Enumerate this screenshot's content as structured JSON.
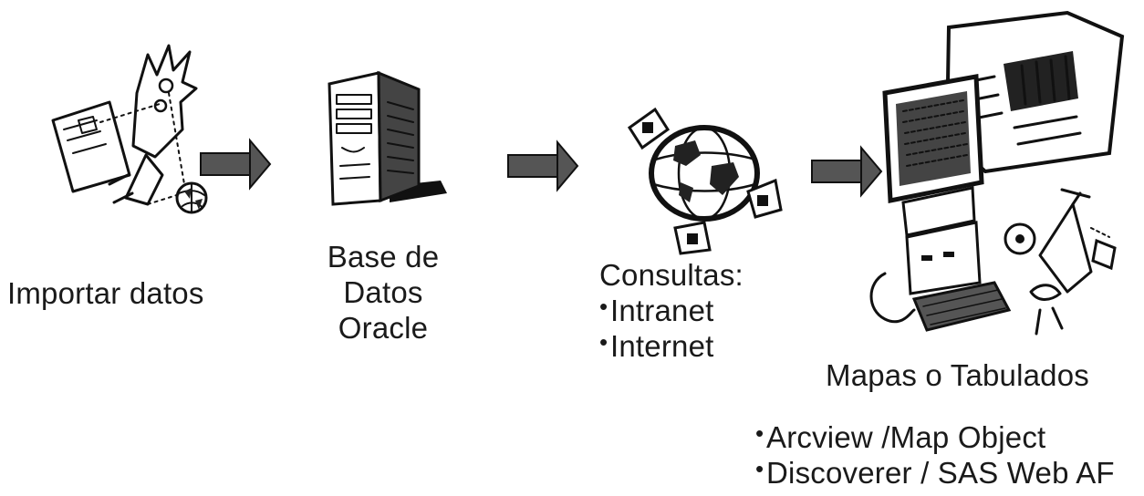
{
  "diagram": {
    "steps": [
      {
        "id": "import",
        "label": "Importar datos"
      },
      {
        "id": "database",
        "label_lines": [
          "Base de",
          "Datos",
          "Oracle"
        ]
      },
      {
        "id": "queries",
        "title": "Consultas:",
        "items": [
          "Intranet",
          "Internet"
        ]
      },
      {
        "id": "maps",
        "title": "Mapas o Tabulados"
      }
    ],
    "tools": [
      "Arcview /Map Object",
      "Discoverer / SAS Web AF"
    ],
    "icons": [
      "person-with-map-icon",
      "server-tower-icon",
      "globe-icon",
      "computer-with-newspaper-icon"
    ]
  }
}
